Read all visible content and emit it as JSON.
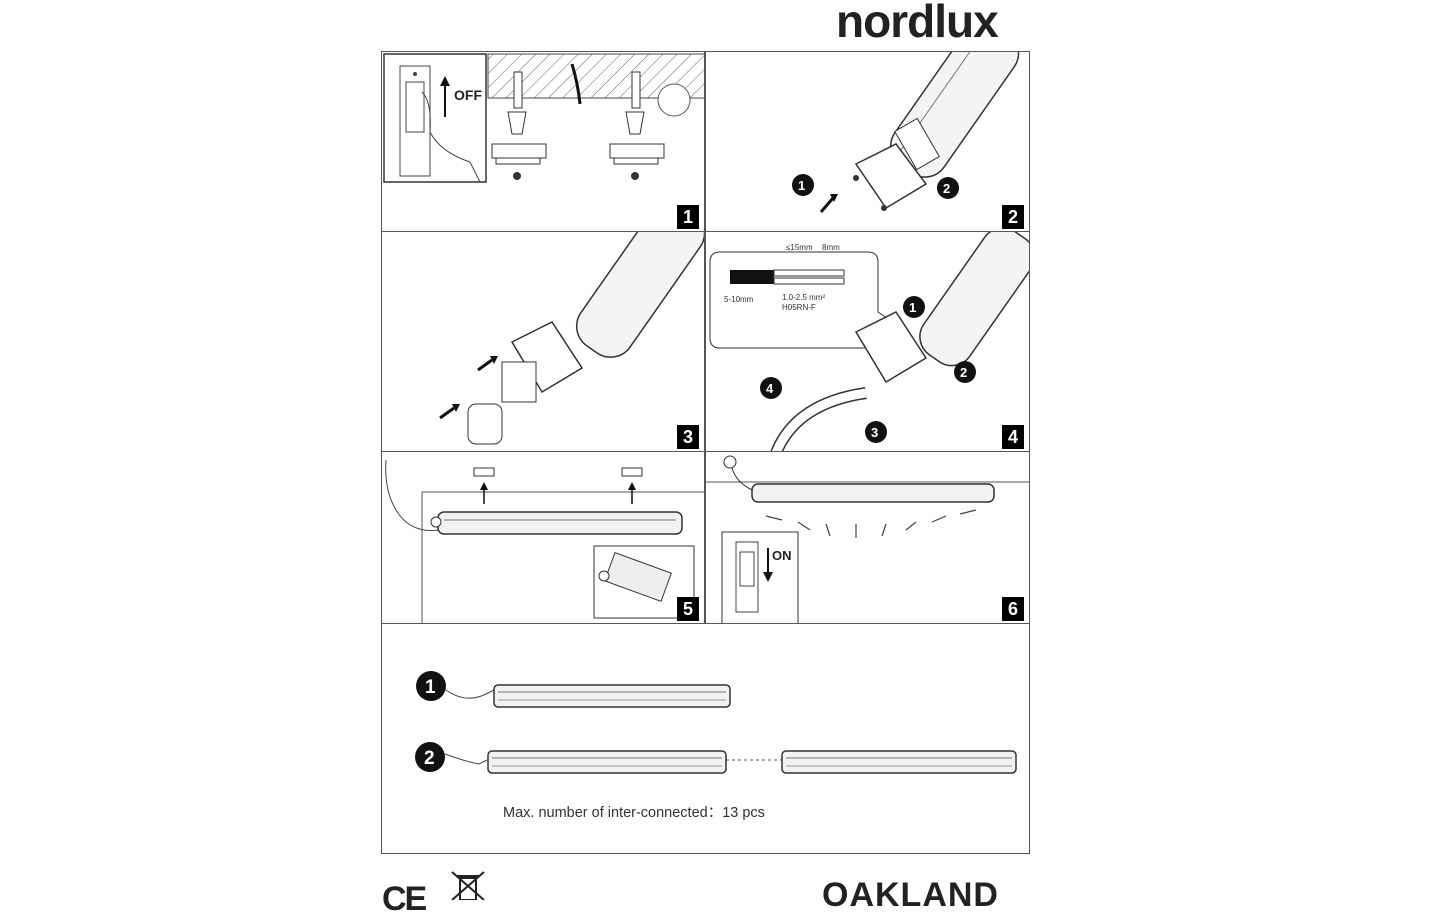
{
  "brand": {
    "name": "nordlux",
    "registered": "®"
  },
  "steps": [
    {
      "number": "1",
      "switch_label": "OFF"
    },
    {
      "number": "2"
    },
    {
      "number": "3"
    },
    {
      "number": "4",
      "strip_length": "≤15mm",
      "strip_end": "8mm",
      "cable_diameter": "5-10mm",
      "wire_section": "1.0-2.5 mm²",
      "cable_type": "H05RN-F"
    },
    {
      "number": "5"
    },
    {
      "number": "6",
      "switch_label": "ON"
    }
  ],
  "callouts": [
    "1",
    "2",
    "3",
    "4"
  ],
  "connection": {
    "option1": "1",
    "option2": "2",
    "note": "Max. number of inter-connected：13 pcs"
  },
  "footer": {
    "ce_mark": "CE",
    "product_name": "OAKLAND"
  }
}
